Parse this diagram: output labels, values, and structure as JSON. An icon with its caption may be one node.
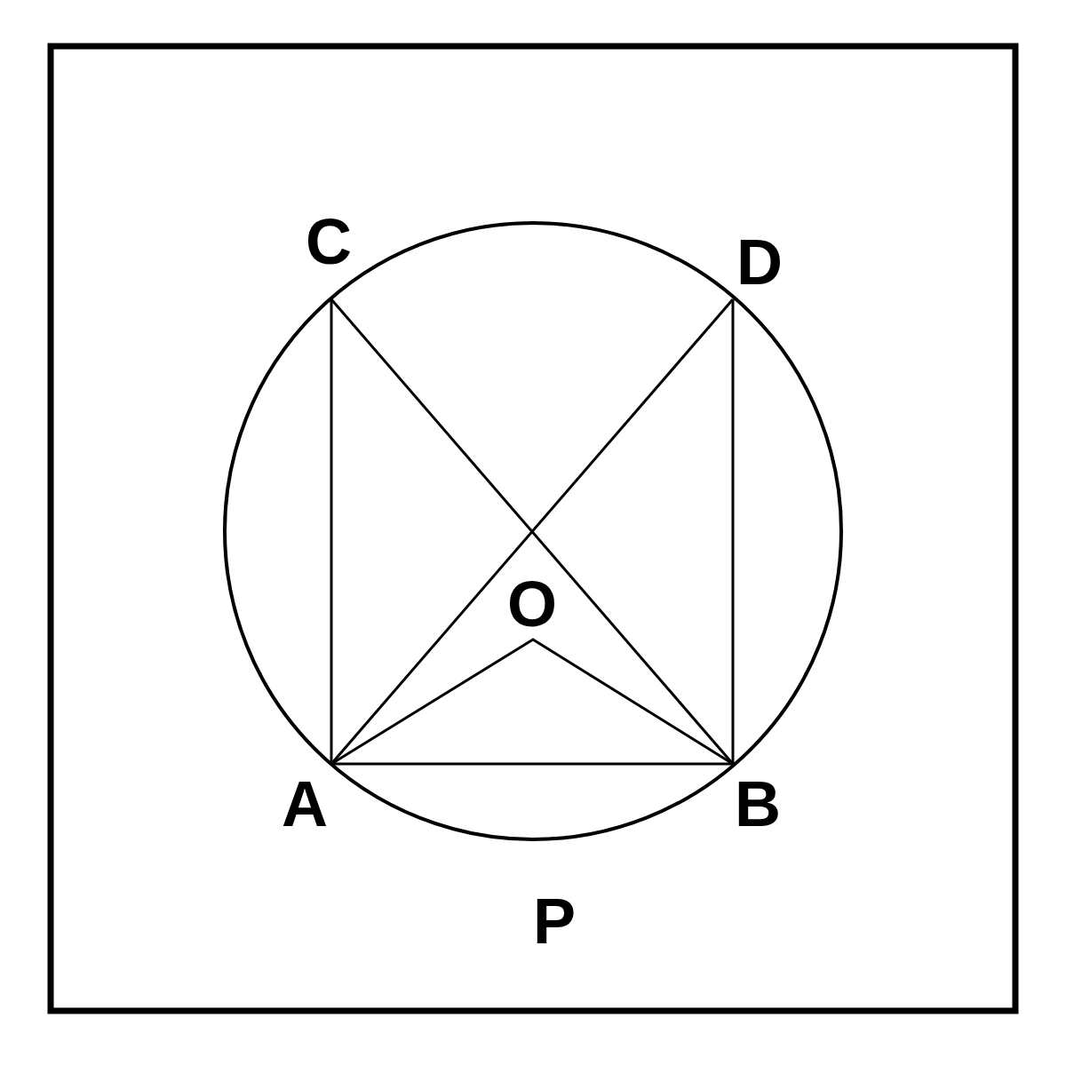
{
  "diagram": {
    "labels": [
      "C",
      "D",
      "O",
      "A",
      "B",
      "P"
    ]
  }
}
